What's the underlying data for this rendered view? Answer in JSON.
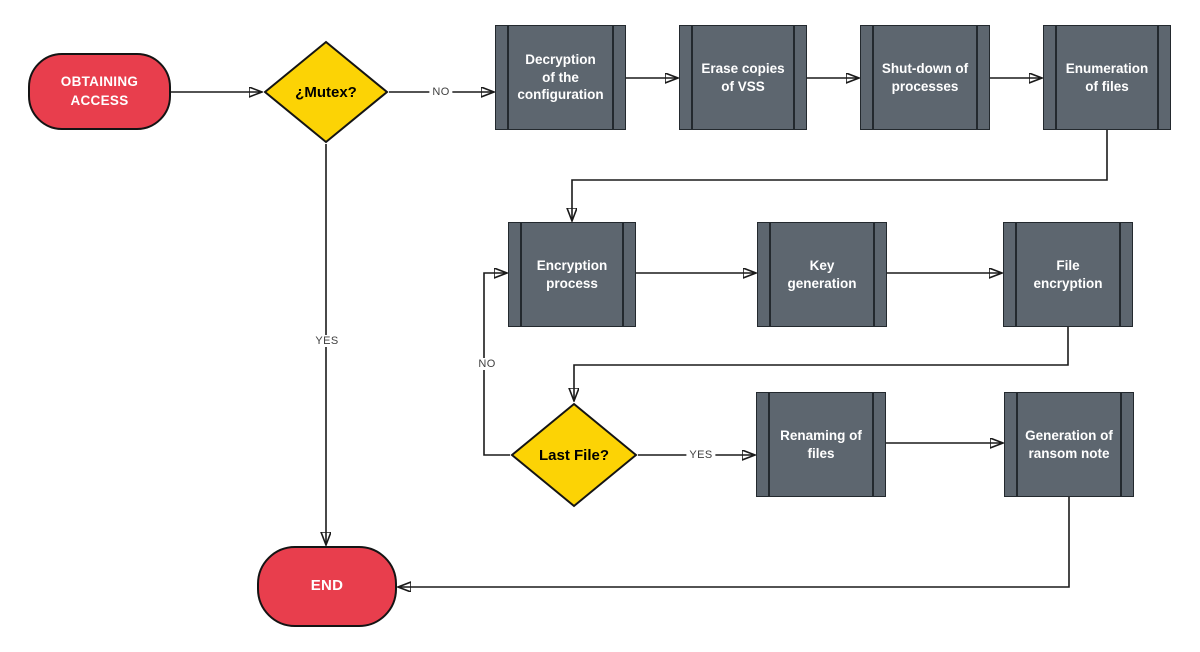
{
  "diagram": {
    "type": "flowchart",
    "colors": {
      "terminal-fill": "#E83E4D",
      "decision-fill": "#FCD305",
      "process-fill": "#5D666F",
      "process-border": "#23292E",
      "shape-border": "#141414",
      "line": "#1A1A1A",
      "edge-label-text": "#404040",
      "node-text": "#FFFFFF",
      "decision-text": "#000000",
      "bg": "#FFFFFF"
    },
    "nodes": {
      "start": {
        "label": "OBTAINING\nACCESS",
        "shape": "terminal"
      },
      "mutex": {
        "label": "¿Mutex?",
        "shape": "decision"
      },
      "decrypt_config": {
        "label": "Decryption\nof the\nconfiguration",
        "shape": "predefined-process"
      },
      "erase_vss": {
        "label": "Erase copies\nof VSS",
        "shape": "predefined-process"
      },
      "shutdown_processes": {
        "label": "Shut-down of\nprocesses",
        "shape": "predefined-process"
      },
      "enumeration_files": {
        "label": "Enumeration\nof files",
        "shape": "predefined-process"
      },
      "encryption_process": {
        "label": "Encryption\nprocess",
        "shape": "predefined-process"
      },
      "key_generation": {
        "label": "Key\ngeneration",
        "shape": "predefined-process"
      },
      "file_encryption": {
        "label": "File\nencryption",
        "shape": "predefined-process"
      },
      "last_file": {
        "label": "Last File?",
        "shape": "decision"
      },
      "renaming_files": {
        "label": "Renaming of\nfiles",
        "shape": "predefined-process"
      },
      "ransom_note": {
        "label": "Generation of\nransom note",
        "shape": "predefined-process"
      },
      "end": {
        "label": "END",
        "shape": "terminal"
      }
    },
    "edge_labels": {
      "mutex_no": "NO",
      "mutex_yes": "YES",
      "last_file_yes": "YES",
      "last_file_no": "NO"
    }
  }
}
